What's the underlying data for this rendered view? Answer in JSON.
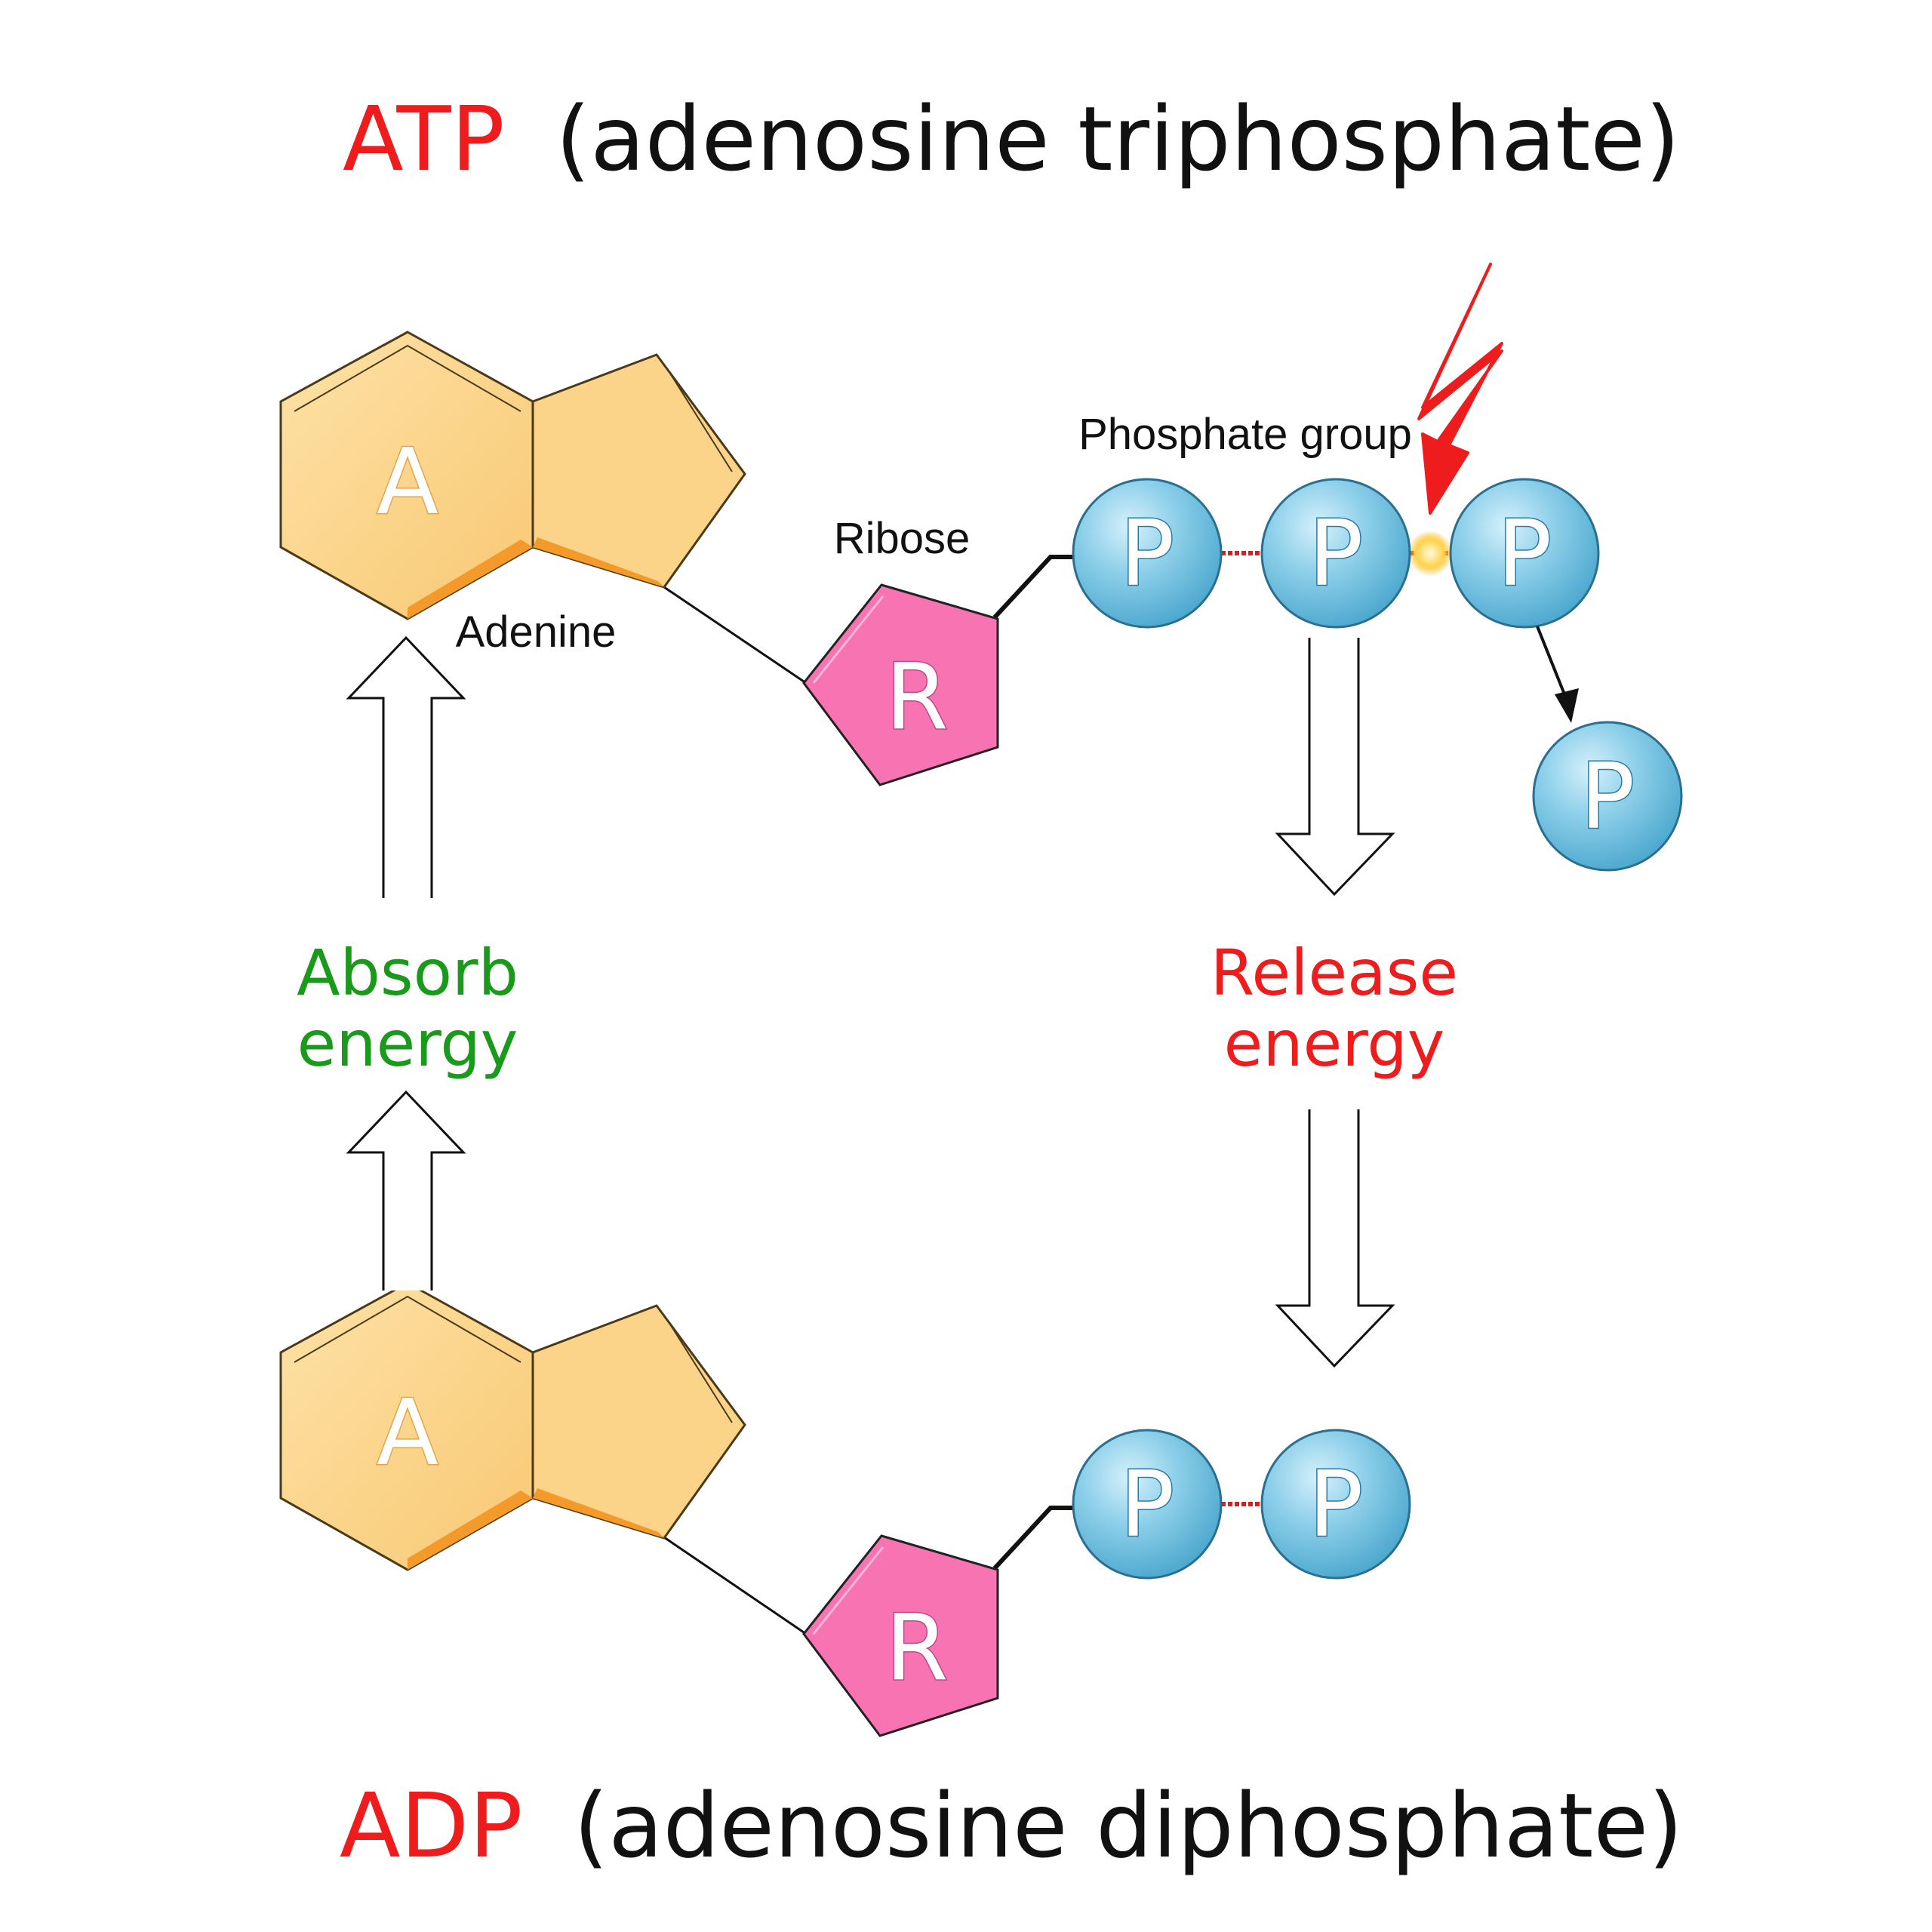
{
  "titles": {
    "atp_abbr": "ATP",
    "atp_full": "(adenosine triphosphate)",
    "adp_abbr": "ADP",
    "adp_full": "(adenosine diphosphate)"
  },
  "labels": {
    "adenine": "Adenine",
    "ribose": "Ribose",
    "phosphate_group": "Phosphate group",
    "absorb_line1": "Absorb",
    "absorb_line2": "energy",
    "release_line1": "Release",
    "release_line2": "energy"
  },
  "symbols": {
    "adenine": "A",
    "ribose": "R",
    "phosphate": "P"
  },
  "colors": {
    "abbr_red": "#ee1c1c",
    "absorb_green": "#1a9a1a",
    "release_red": "#ee1c1c",
    "adenine_fill": "#fbd48a",
    "adenine_stroke": "#4a3a1a",
    "adenine_shade": "#f39a2a",
    "ribose_fill": "#f773b2",
    "phosphate_fill": "#76c4e0",
    "phosphate_stroke": "#2a6f90",
    "lightning": "#ee1c1c"
  },
  "icons": [
    "lightning-bolt-icon",
    "hollow-up-arrow",
    "hollow-down-arrow",
    "release-arrow"
  ]
}
